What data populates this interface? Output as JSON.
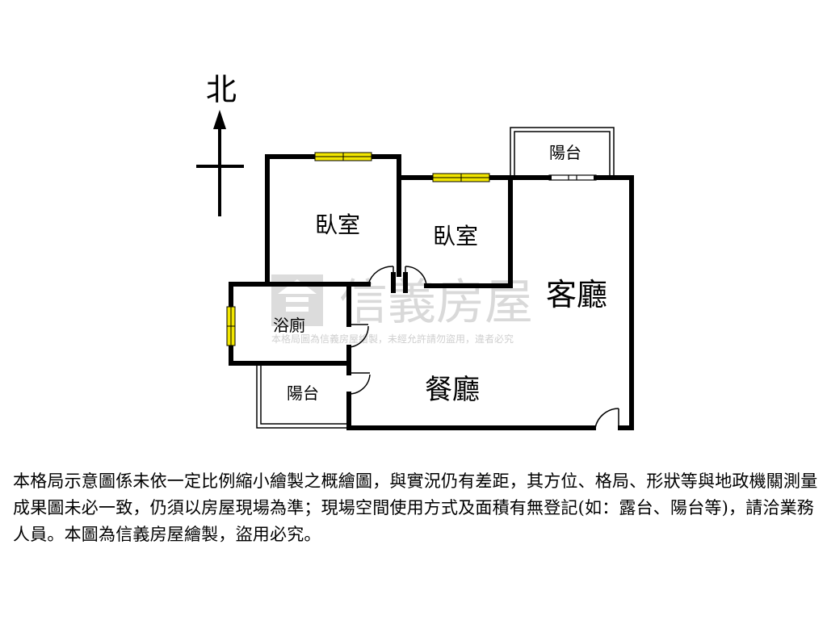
{
  "compass": {
    "north_label": "北"
  },
  "rooms": {
    "bedroom_left": "臥室",
    "bedroom_right": "臥室",
    "living_room": "客廳",
    "dining_room": "餐廳",
    "bathroom": "浴廁",
    "balcony_top": "陽台",
    "balcony_bottom": "陽台"
  },
  "watermark": {
    "brand": "信義房屋",
    "notice": "本格局圖為信義房屋繪製，未經允許請勿盜用，違者必究"
  },
  "colors": {
    "wall": "#000000",
    "window": "#f2e600",
    "watermark": "#d9d9d9"
  },
  "disclaimer": "本格局示意圖係未依一定比例縮小繪製之概繪圖，與實況仍有差距，其方位、格局、形狀等與地政機關測量成果圖未必一致，仍須以房屋現場為準；現場空間使用方式及面積有無登記(如：露台、陽台等)，請洽業務人員。本圖為信義房屋繪製，盜用必究。"
}
